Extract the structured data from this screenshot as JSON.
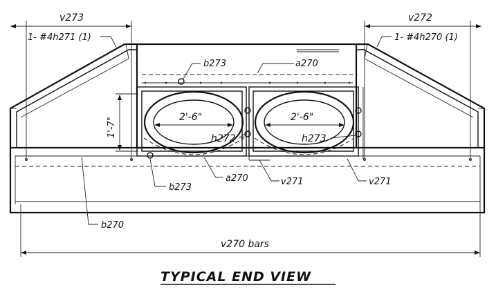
{
  "drawing": {
    "title": "TYPICAL END VIEW",
    "labels": {
      "v273": "v273",
      "v272": "v272",
      "bar_left": "1- #4h271 (1)",
      "bar_right": "1- #4h270 (1)",
      "b273_top": "b273",
      "a270_top": "a270",
      "dim_height": "1'-7\"",
      "span_left": "2'-6\"",
      "span_right": "2'-6\"",
      "h272": "h272",
      "h273": "h273",
      "b273_bottom": "b273",
      "a270_bottom": "a270",
      "v271_left": "v271",
      "v271_right": "v271",
      "b270": "b270",
      "v270": "v270 bars"
    }
  }
}
